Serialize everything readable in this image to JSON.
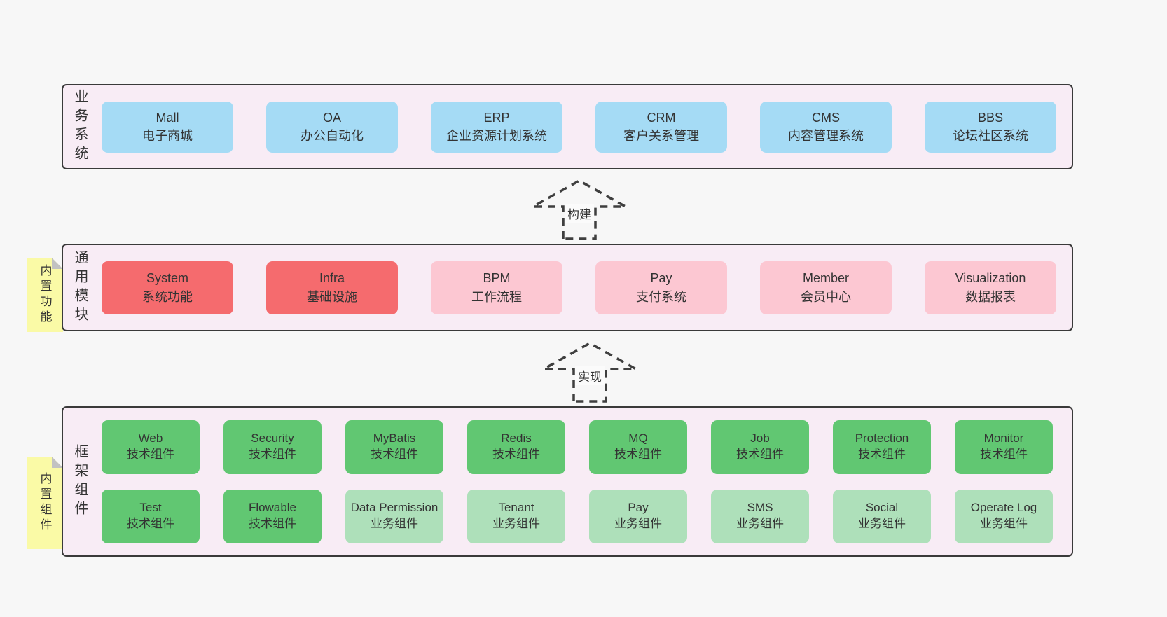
{
  "palette": {
    "page_bg": "#f7f7f7",
    "band_bg": "#f8ecf5",
    "band_border": "#3a3a3a",
    "system_blue": "#a5dbf5",
    "core_red": "#f56b6e",
    "module_pink": "#fcc7d2",
    "tech_green": "#61c772",
    "biz_light_green": "#aee0ba",
    "sticky_yellow": "#fafaa6",
    "text": "#333333"
  },
  "bands": [
    {
      "label": "业务系统",
      "rows": [
        [
          {
            "title": "Mall",
            "subtitle": "电子商城"
          },
          {
            "title": "OA",
            "subtitle": "办公自动化"
          },
          {
            "title": "ERP",
            "subtitle": "企业资源计划系统"
          },
          {
            "title": "CRM",
            "subtitle": "客户关系管理"
          },
          {
            "title": "CMS",
            "subtitle": "内容管理系统"
          },
          {
            "title": "BBS",
            "subtitle": "论坛社区系统"
          }
        ]
      ]
    },
    {
      "label": "通用模块",
      "sticky": "内置功能",
      "rows": [
        [
          {
            "title": "System",
            "subtitle": "系统功能"
          },
          {
            "title": "Infra",
            "subtitle": "基础设施"
          },
          {
            "title": "BPM",
            "subtitle": "工作流程"
          },
          {
            "title": "Pay",
            "subtitle": "支付系统"
          },
          {
            "title": "Member",
            "subtitle": "会员中心"
          },
          {
            "title": "Visualization",
            "subtitle": "数据报表"
          }
        ]
      ]
    },
    {
      "label": "框架组件",
      "sticky": "内置组件",
      "rows": [
        [
          {
            "title": "Web",
            "subtitle": "技术组件"
          },
          {
            "title": "Security",
            "subtitle": "技术组件"
          },
          {
            "title": "MyBatis",
            "subtitle": "技术组件"
          },
          {
            "title": "Redis",
            "subtitle": "技术组件"
          },
          {
            "title": "MQ",
            "subtitle": "技术组件"
          },
          {
            "title": "Job",
            "subtitle": "技术组件"
          },
          {
            "title": "Protection",
            "subtitle": "技术组件"
          },
          {
            "title": "Monitor",
            "subtitle": "技术组件"
          }
        ],
        [
          {
            "title": "Test",
            "subtitle": "技术组件"
          },
          {
            "title": "Flowable",
            "subtitle": "技术组件"
          },
          {
            "title": "Data Permission",
            "subtitle": "业务组件"
          },
          {
            "title": "Tenant",
            "subtitle": "业务组件"
          },
          {
            "title": "Pay",
            "subtitle": "业务组件"
          },
          {
            "title": "SMS",
            "subtitle": "业务组件"
          },
          {
            "title": "Social",
            "subtitle": "业务组件"
          },
          {
            "title": "Operate Log",
            "subtitle": "业务组件"
          }
        ]
      ]
    }
  ],
  "arrows": [
    {
      "label": "构建"
    },
    {
      "label": "实现"
    }
  ]
}
